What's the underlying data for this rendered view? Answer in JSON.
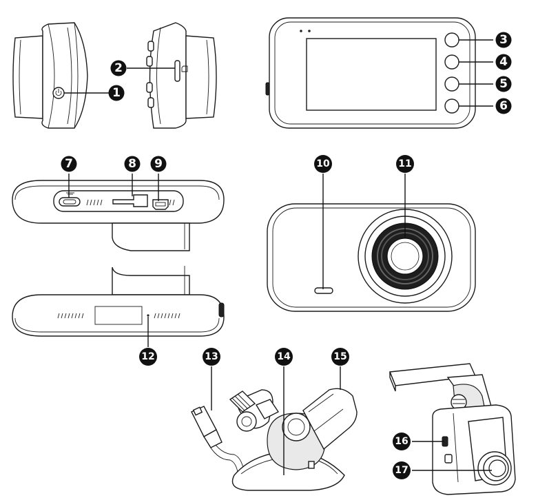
{
  "callouts": [
    {
      "id": "1",
      "label": "1"
    },
    {
      "id": "2",
      "label": "2"
    },
    {
      "id": "3",
      "label": "3"
    },
    {
      "id": "4",
      "label": "4"
    },
    {
      "id": "5",
      "label": "5"
    },
    {
      "id": "6",
      "label": "6"
    },
    {
      "id": "7",
      "label": "7"
    },
    {
      "id": "8",
      "label": "8"
    },
    {
      "id": "9",
      "label": "9"
    },
    {
      "id": "10",
      "label": "10"
    },
    {
      "id": "11",
      "label": "11"
    },
    {
      "id": "12",
      "label": "12"
    },
    {
      "id": "13",
      "label": "13"
    },
    {
      "id": "14",
      "label": "14"
    },
    {
      "id": "15",
      "label": "15"
    },
    {
      "id": "16",
      "label": "16"
    },
    {
      "id": "17",
      "label": "17"
    }
  ],
  "icons": {
    "power": "power-icon",
    "sd_card": "sd-card-icon",
    "usb": "usb-icon",
    "hdmi": "hdmi-icon"
  },
  "colors": {
    "line": "#1a1a1a",
    "callout_fill": "#111111",
    "callout_text": "#ffffff",
    "background": "#ffffff"
  }
}
